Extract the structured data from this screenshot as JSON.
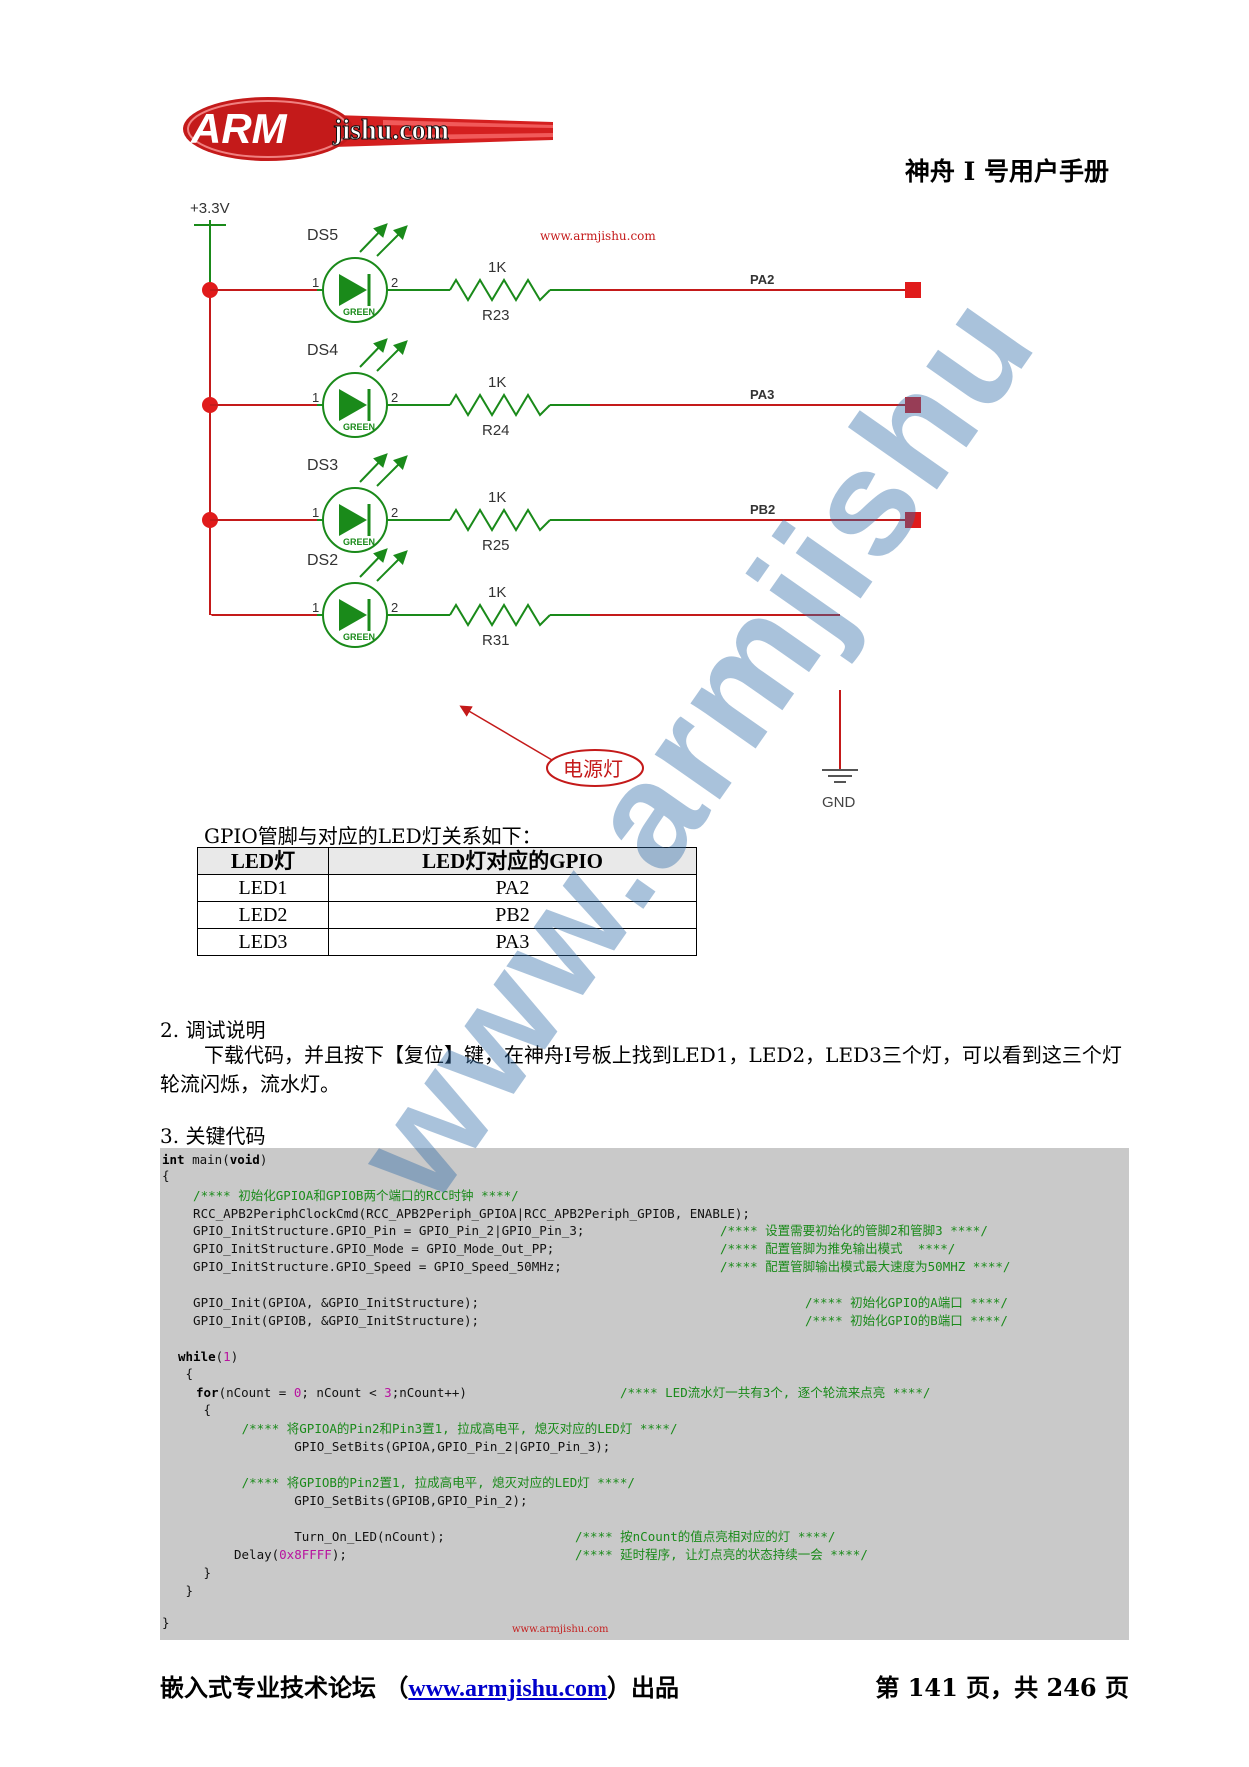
{
  "header": {
    "logo_text": "ARMjishu.com",
    "doc_title": "神舟 I 号用户手册"
  },
  "schematic": {
    "supply": "+3.3V",
    "watermark": "www.armjishu.com",
    "ground": "GND",
    "power_led_note": "电源灯",
    "rows": [
      {
        "led": "DS5",
        "resistor": "R23",
        "value": "1K",
        "net": "PA2",
        "pin1": "1",
        "pin2": "2",
        "color": "GREEN"
      },
      {
        "led": "DS4",
        "resistor": "R24",
        "value": "1K",
        "net": "PA3",
        "pin1": "1",
        "pin2": "2",
        "color": "GREEN"
      },
      {
        "led": "DS3",
        "resistor": "R25",
        "value": "1K",
        "net": "PB2",
        "pin1": "1",
        "pin2": "2",
        "color": "GREEN"
      },
      {
        "led": "DS2",
        "resistor": "R31",
        "value": "1K",
        "net": "",
        "pin1": "1",
        "pin2": "2",
        "color": "GREEN"
      }
    ]
  },
  "table": {
    "caption": "GPIO管脚与对应的LED灯关系如下：",
    "headers": [
      "LED灯",
      "LED灯对应的GPIO"
    ],
    "rows": [
      [
        "LED1",
        "PA2"
      ],
      [
        "LED2",
        "PB2"
      ],
      [
        "LED3",
        "PA3"
      ]
    ]
  },
  "watermark": "www.armjishu",
  "section2": {
    "heading": "2.   调试说明",
    "body": "下载代码，并且按下【复位】键，在神舟I号板上找到LED1，LED2，LED3三个灯，可以看到这三个灯轮流闪烁，流水灯。"
  },
  "section3": {
    "heading": "3.   关键代码"
  },
  "code": {
    "lines": [
      "int main(void)",
      "{",
      "  /**** 初始化GPIOA和GPIOB两个端口的RCC时钟 ****/",
      "  RCC_APB2PeriphClockCmd(RCC_APB2Periph_GPIOA|RCC_APB2Periph_GPIOB, ENABLE);",
      "  GPIO_InitStructure.GPIO_Pin = GPIO_Pin_2|GPIO_Pin_3;",
      "  GPIO_InitStructure.GPIO_Mode = GPIO_Mode_Out_PP;",
      "  GPIO_InitStructure.GPIO_Speed = GPIO_Speed_50MHz;",
      "  GPIO_Init(GPIOA, &GPIO_InitStructure);",
      "  GPIO_Init(GPIOB, &GPIO_InitStructure);",
      "  while(1)",
      "  {",
      "    for(nCount = 0; nCount < 3;nCount++)",
      "    {",
      "     /**** 将GPIOA的Pin2和Pin3置1, 拉成高电平, 熄灭对应的LED灯 ****/",
      "        GPIO_SetBits(GPIOA,GPIO_Pin_2|GPIO_Pin_3);",
      "     /**** 将GPIOB的Pin2置1, 拉成高电平, 熄灭对应的LED灯 ****/",
      "        GPIO_SetBits(GPIOB,GPIO_Pin_2);",
      "        Turn_On_LED(nCount);",
      "        Delay(0x8FFFF);",
      "    }",
      "  }",
      "}"
    ],
    "comments": [
      "/**** 设置需要初始化的管脚2和管脚3 ****/",
      "/**** 配置管脚为推免输出模式  ****/",
      "/**** 配置管脚输出模式最大速度为50MHZ ****/",
      "/**** 初始化GPIO的A端口 ****/",
      "/**** 初始化GPIO的B端口 ****/",
      "/**** LED流水灯一共有3个, 逐个轮流来点亮 ****/",
      "/**** 按nCount的值点亮相对应的灯 ****/",
      "/**** 延时程序, 让灯点亮的状态持续一会 ****/"
    ],
    "watermark": "www.armjishu.com"
  },
  "footer": {
    "left_prefix": "嵌入式专业技术论坛 （",
    "link": "www.armjishu.com",
    "left_suffix": "）出品",
    "page": "第 141 页，共 246 页"
  }
}
